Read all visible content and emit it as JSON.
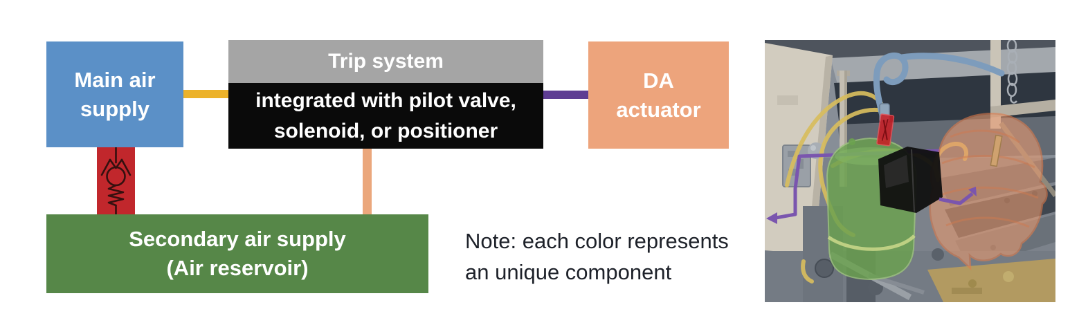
{
  "figure": {
    "boxes": {
      "main_air": {
        "lines": [
          "Main air",
          "supply"
        ]
      },
      "trip": {
        "title": "Trip system",
        "lines": [
          "integrated with pilot valve,",
          "solenoid, or positioner"
        ]
      },
      "da": {
        "lines": [
          "DA",
          "actuator"
        ]
      },
      "secondary": {
        "lines": [
          "Secondary air supply",
          "(Air reservoir)"
        ]
      }
    },
    "note": {
      "lines": [
        "Note: each color represents",
        "an unique component"
      ]
    },
    "colors": {
      "main_air_blue": "#5b90c7",
      "trip_header_gray": "#a5a5a5",
      "trip_body_black": "#0a0a0a",
      "da_actuator_salmon": "#eda47c",
      "secondary_air_green": "#568748",
      "check_valve_red": "#c1272c",
      "connector_yellow": "#ecb22a",
      "connector_purple": "#5e3d93",
      "connector_salmon": "#eba77c",
      "note_text": "#1d2129"
    },
    "photo": {
      "overlays": [
        {
          "component": "secondary-air-reservoir",
          "color_key": "green"
        },
        {
          "component": "trip-system",
          "color_key": "black"
        },
        {
          "component": "da-actuator",
          "color_key": "salmon"
        },
        {
          "component": "check-valve",
          "color_key": "red"
        },
        {
          "component": "air-supply-tubing",
          "color_key": "yellow"
        },
        {
          "component": "actuator-tubing",
          "color_key": "purple"
        }
      ]
    }
  }
}
